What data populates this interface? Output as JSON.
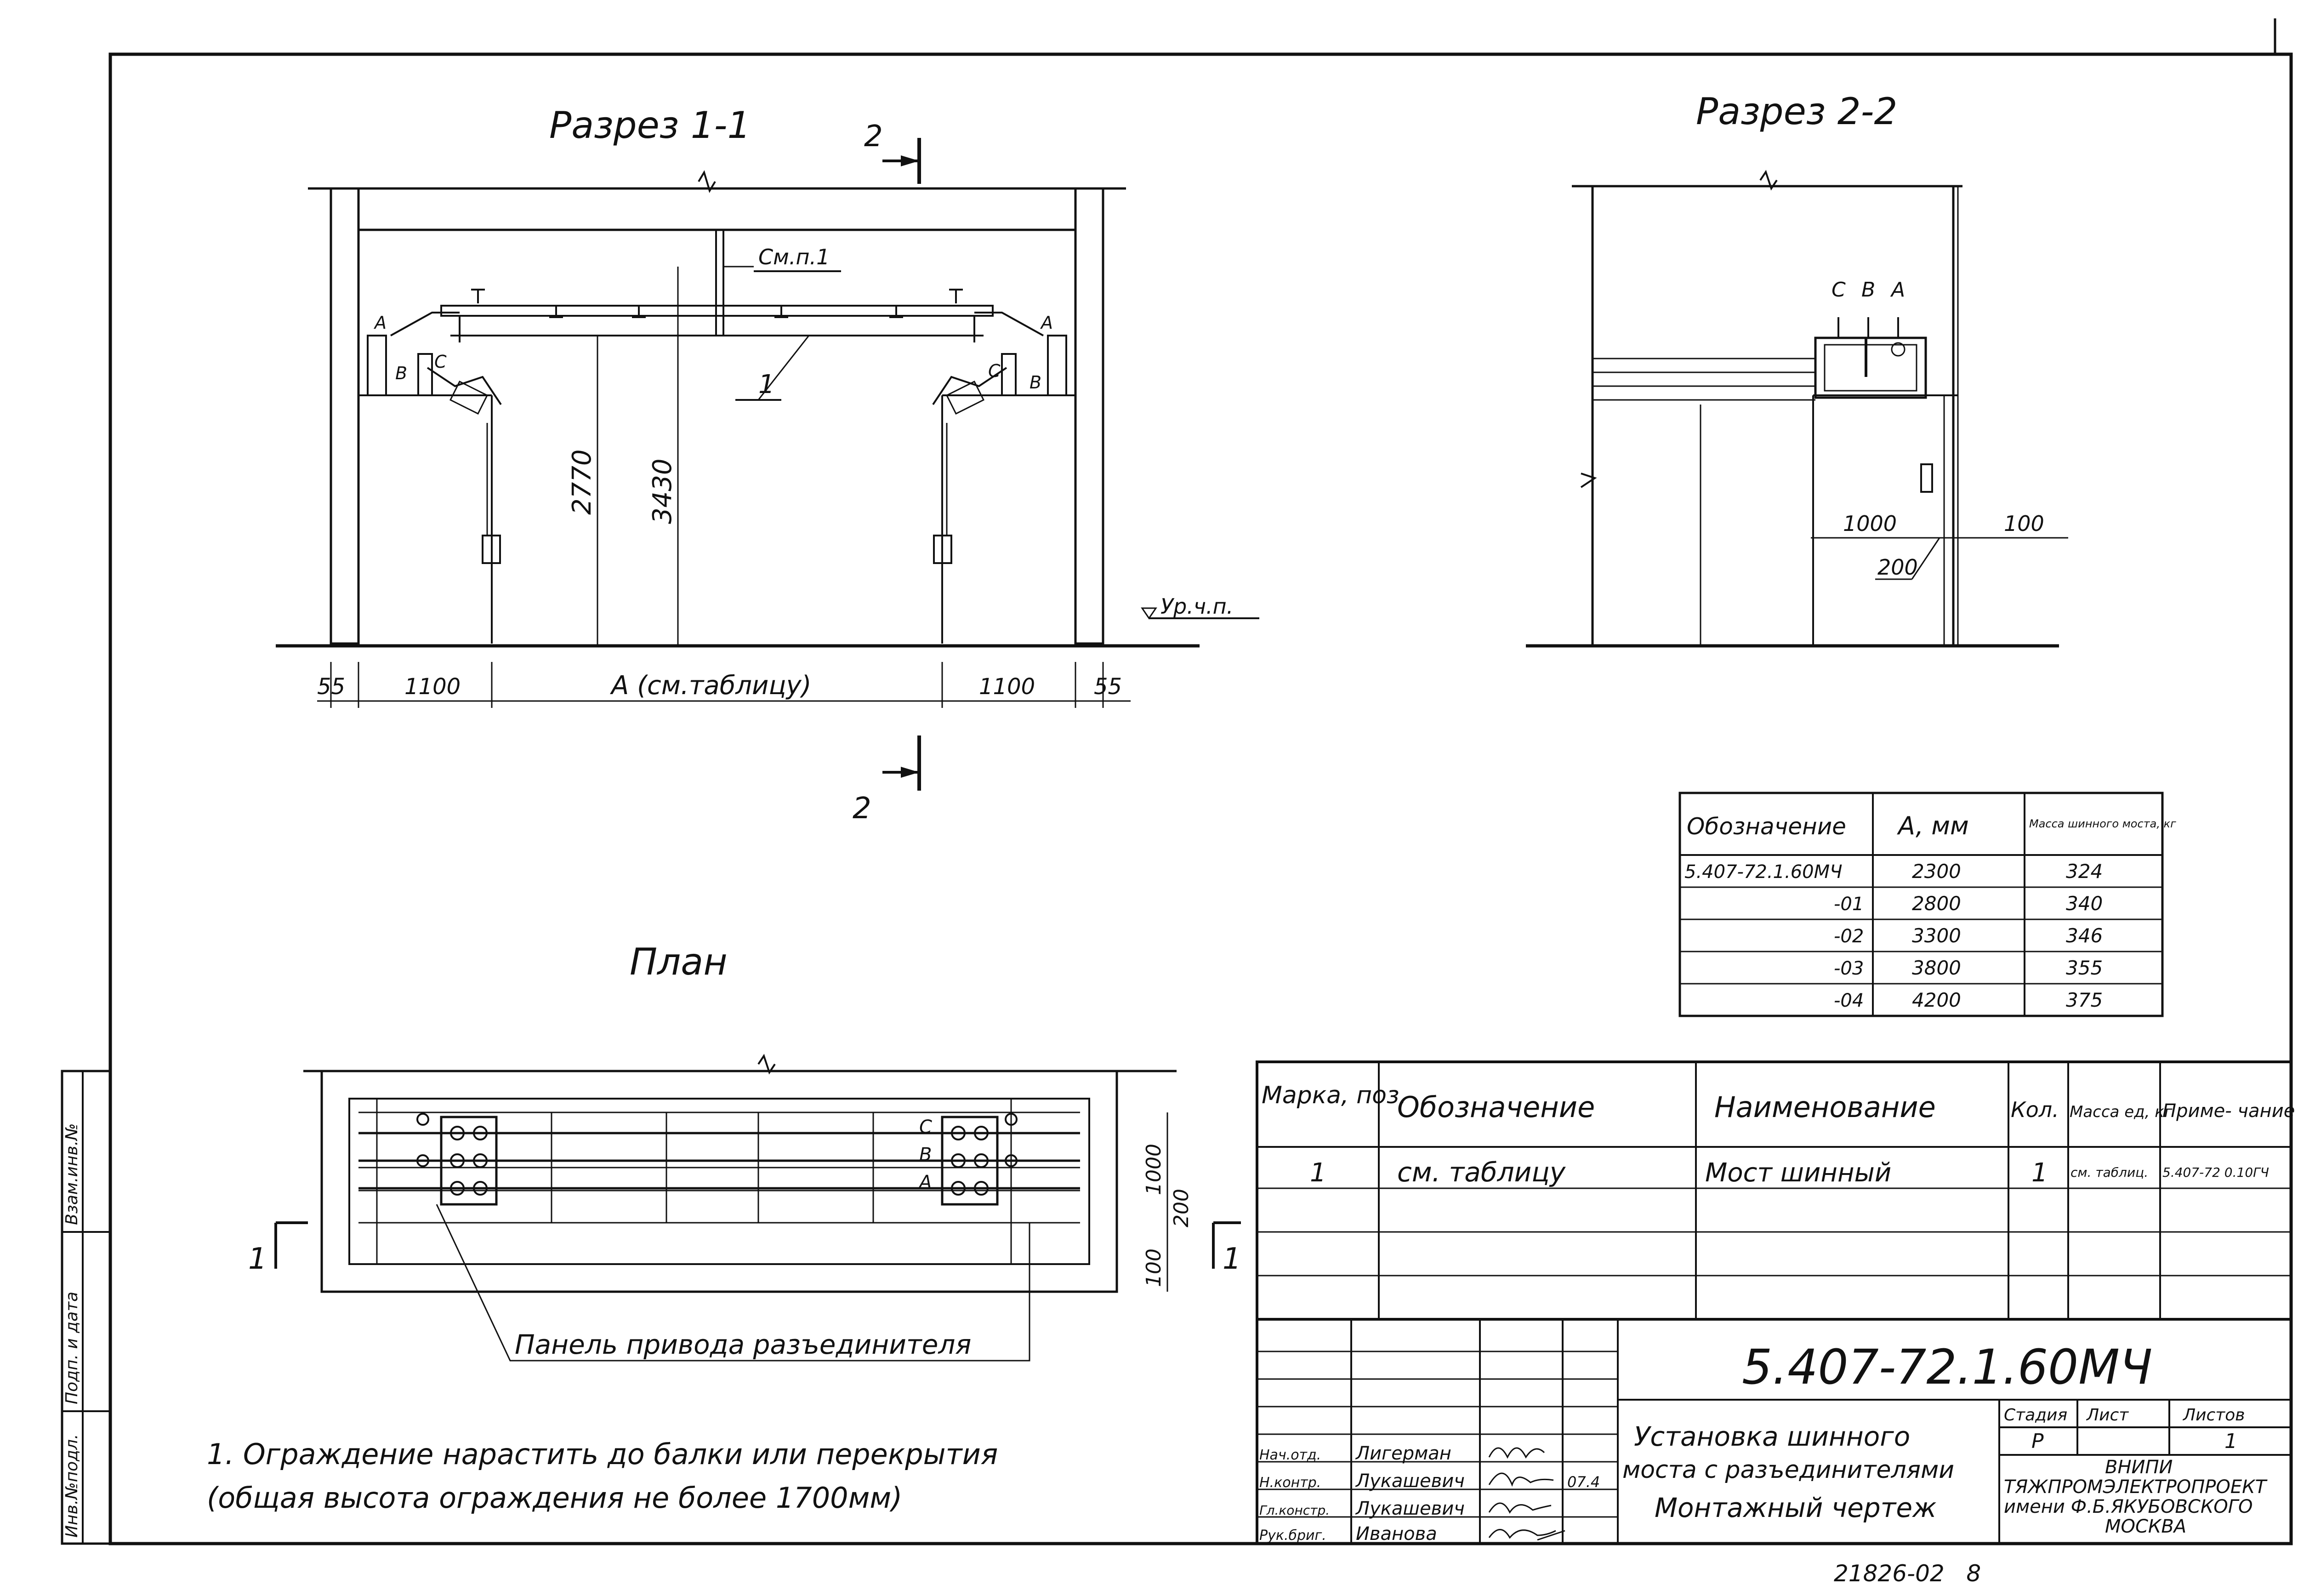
{
  "section_1_1": {
    "title": "Разрез 1-1",
    "cut_mark": "2",
    "callout": "См.п.1",
    "item_mark": "1",
    "dim_height_1": "2770",
    "dim_height_2": "3430",
    "phase_a": "A",
    "phase_b": "B",
    "phase_c": "C",
    "floor_level": "Ур.ч.п.",
    "dims": [
      "55",
      "1100",
      "A (см.таблицу)",
      "1100",
      "55"
    ]
  },
  "section_2_2": {
    "title": "Разрез 2-2",
    "phases": [
      "C",
      "B",
      "A"
    ],
    "dim_1000": "1000",
    "dim_100": "100",
    "dim_200": "200"
  },
  "plan": {
    "title": "План",
    "phases": [
      "C",
      "B",
      "A"
    ],
    "cut_mark": "1",
    "dim_1000": "1000",
    "dim_200": "200",
    "dim_100": "100",
    "panel_label": "Панель привода разъединителя"
  },
  "variants_table": {
    "headers": [
      "Обозначение",
      "A, мм",
      "Масса шинного моста, кг"
    ],
    "rows": [
      [
        "5.407-72.1.60МЧ",
        "2300",
        "324"
      ],
      [
        "-01",
        "2800",
        "340"
      ],
      [
        "-02",
        "3300",
        "346"
      ],
      [
        "-03",
        "3800",
        "355"
      ],
      [
        "-04",
        "4200",
        "375"
      ]
    ]
  },
  "spec_table": {
    "headers": [
      "Марка, поз.",
      "Обозначение",
      "Наименование",
      "Кол.",
      "Масса ед, кг",
      "Приме- чание"
    ],
    "row": [
      "1",
      "см. таблицу",
      "Мост шинный",
      "1",
      "см. таблиц.",
      "5.407-72 0.10ГЧ"
    ]
  },
  "note": {
    "line1": "1. Ограждение нарастить до балки или перекрытия",
    "line2": "(общая высота ограждения не более 1700мм)"
  },
  "title_block": {
    "drawing_number": "5.407-72.1.60МЧ",
    "title_line1": "Установка шинного",
    "title_line2": "моста с разъединителями",
    "title_line3": "Монтажный чертеж",
    "stage_label": "Стадия",
    "sheet_label": "Лист",
    "sheets_label": "Листов",
    "stage": "Р",
    "sheets_total": "1",
    "org_line1": "ВНИПИ",
    "org_line2": "ТЯЖПРОМЭЛЕКТРОПРОЕКТ",
    "org_line3": "имени Ф.Б.ЯКУБОВСКОГО",
    "org_line4": "МОСКВА",
    "date": "07.4",
    "staff": [
      {
        "role": "Нач.отд.",
        "name": "Лигерман"
      },
      {
        "role": "Н.контр.",
        "name": "Лукашевич"
      },
      {
        "role": "Гл.констр.",
        "name": "Лукашевич"
      },
      {
        "role": "Рук.бриг.",
        "name": "Иванова"
      }
    ]
  },
  "side_stamp": [
    "Инв.№подл.",
    "Подп. и дата",
    "Взам.инв.№"
  ],
  "footer": "21826-02   8"
}
